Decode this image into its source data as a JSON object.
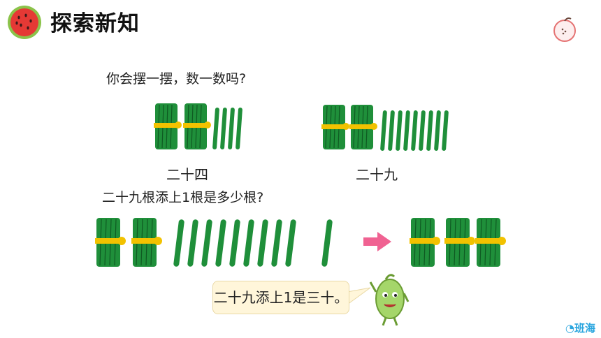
{
  "header": {
    "title": "探索新知"
  },
  "question1": "你会摆一摆，数一数吗?",
  "left_label": "二十四",
  "right_label": "二十九",
  "question2": "二十九根添上1根是多少根?",
  "bubble_text": "二十九添上1是三十。",
  "brand": "班海",
  "colors": {
    "stick": "#1f8f3a",
    "stick_dark": "#0f5a22",
    "ribbon": "#f2c200",
    "arrow": "#f06292",
    "bubble": "#fff6da"
  },
  "icons": {
    "logo": "watermelon-icon",
    "corner": "apple-icon",
    "mascot": "pepper-mascot-icon"
  }
}
